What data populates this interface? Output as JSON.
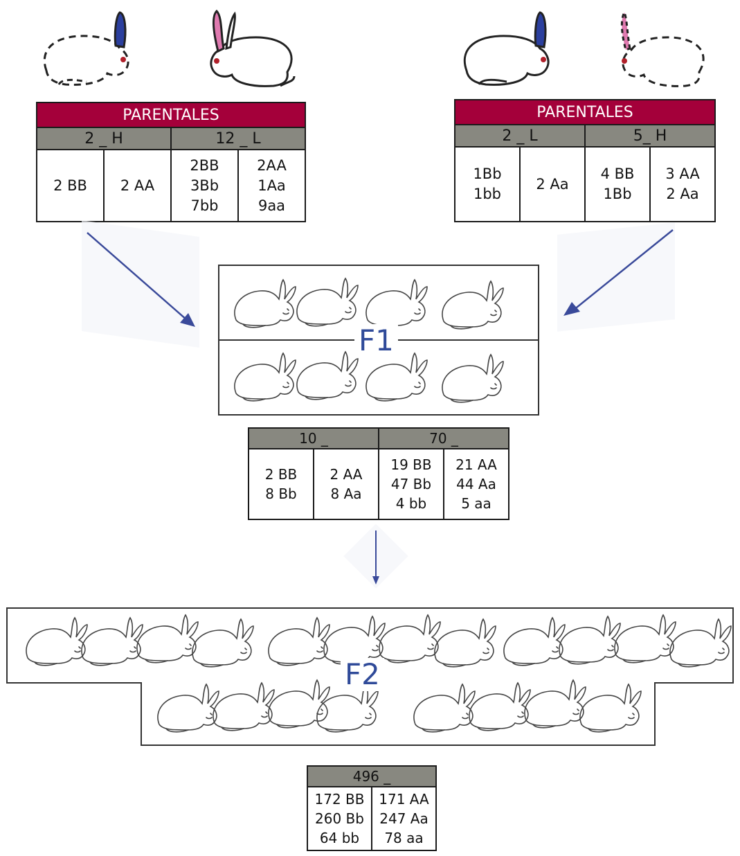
{
  "left_table": {
    "title": "PARENTALES",
    "groups": [
      "2 _ H",
      "12 _ L"
    ],
    "cells": [
      "2 BB",
      "2 AA",
      "2BB\n3Bb\n7bb",
      "2AA\n1Aa\n9aa"
    ]
  },
  "right_table": {
    "title": "PARENTALES",
    "groups": [
      "2 _ L",
      "5_ H"
    ],
    "cells": [
      "1Bb\n1bb",
      "2 Aa",
      "4 BB\n1Bb",
      "3 AA\n2 Aa"
    ]
  },
  "f1": {
    "label": "F1",
    "groups": [
      "10 _",
      "70 _"
    ],
    "cells": [
      "2 BB\n8 Bb",
      "2 AA\n8 Aa",
      "19 BB\n47 Bb\n4 bb",
      "21 AA\n44 Aa\n5 aa"
    ]
  },
  "f2": {
    "label": "F2",
    "group": "496 _",
    "cells": [
      "172 BB\n260 Bb\n64 bb",
      "171 AA\n247 Aa\n78 aa"
    ]
  },
  "colors": {
    "header_red": "#a4003a",
    "header_gray": "#888880",
    "arrow_blue": "#3a4a9a",
    "ear_blue": "#2b3f9e",
    "ear_pink": "#e07ab0"
  }
}
